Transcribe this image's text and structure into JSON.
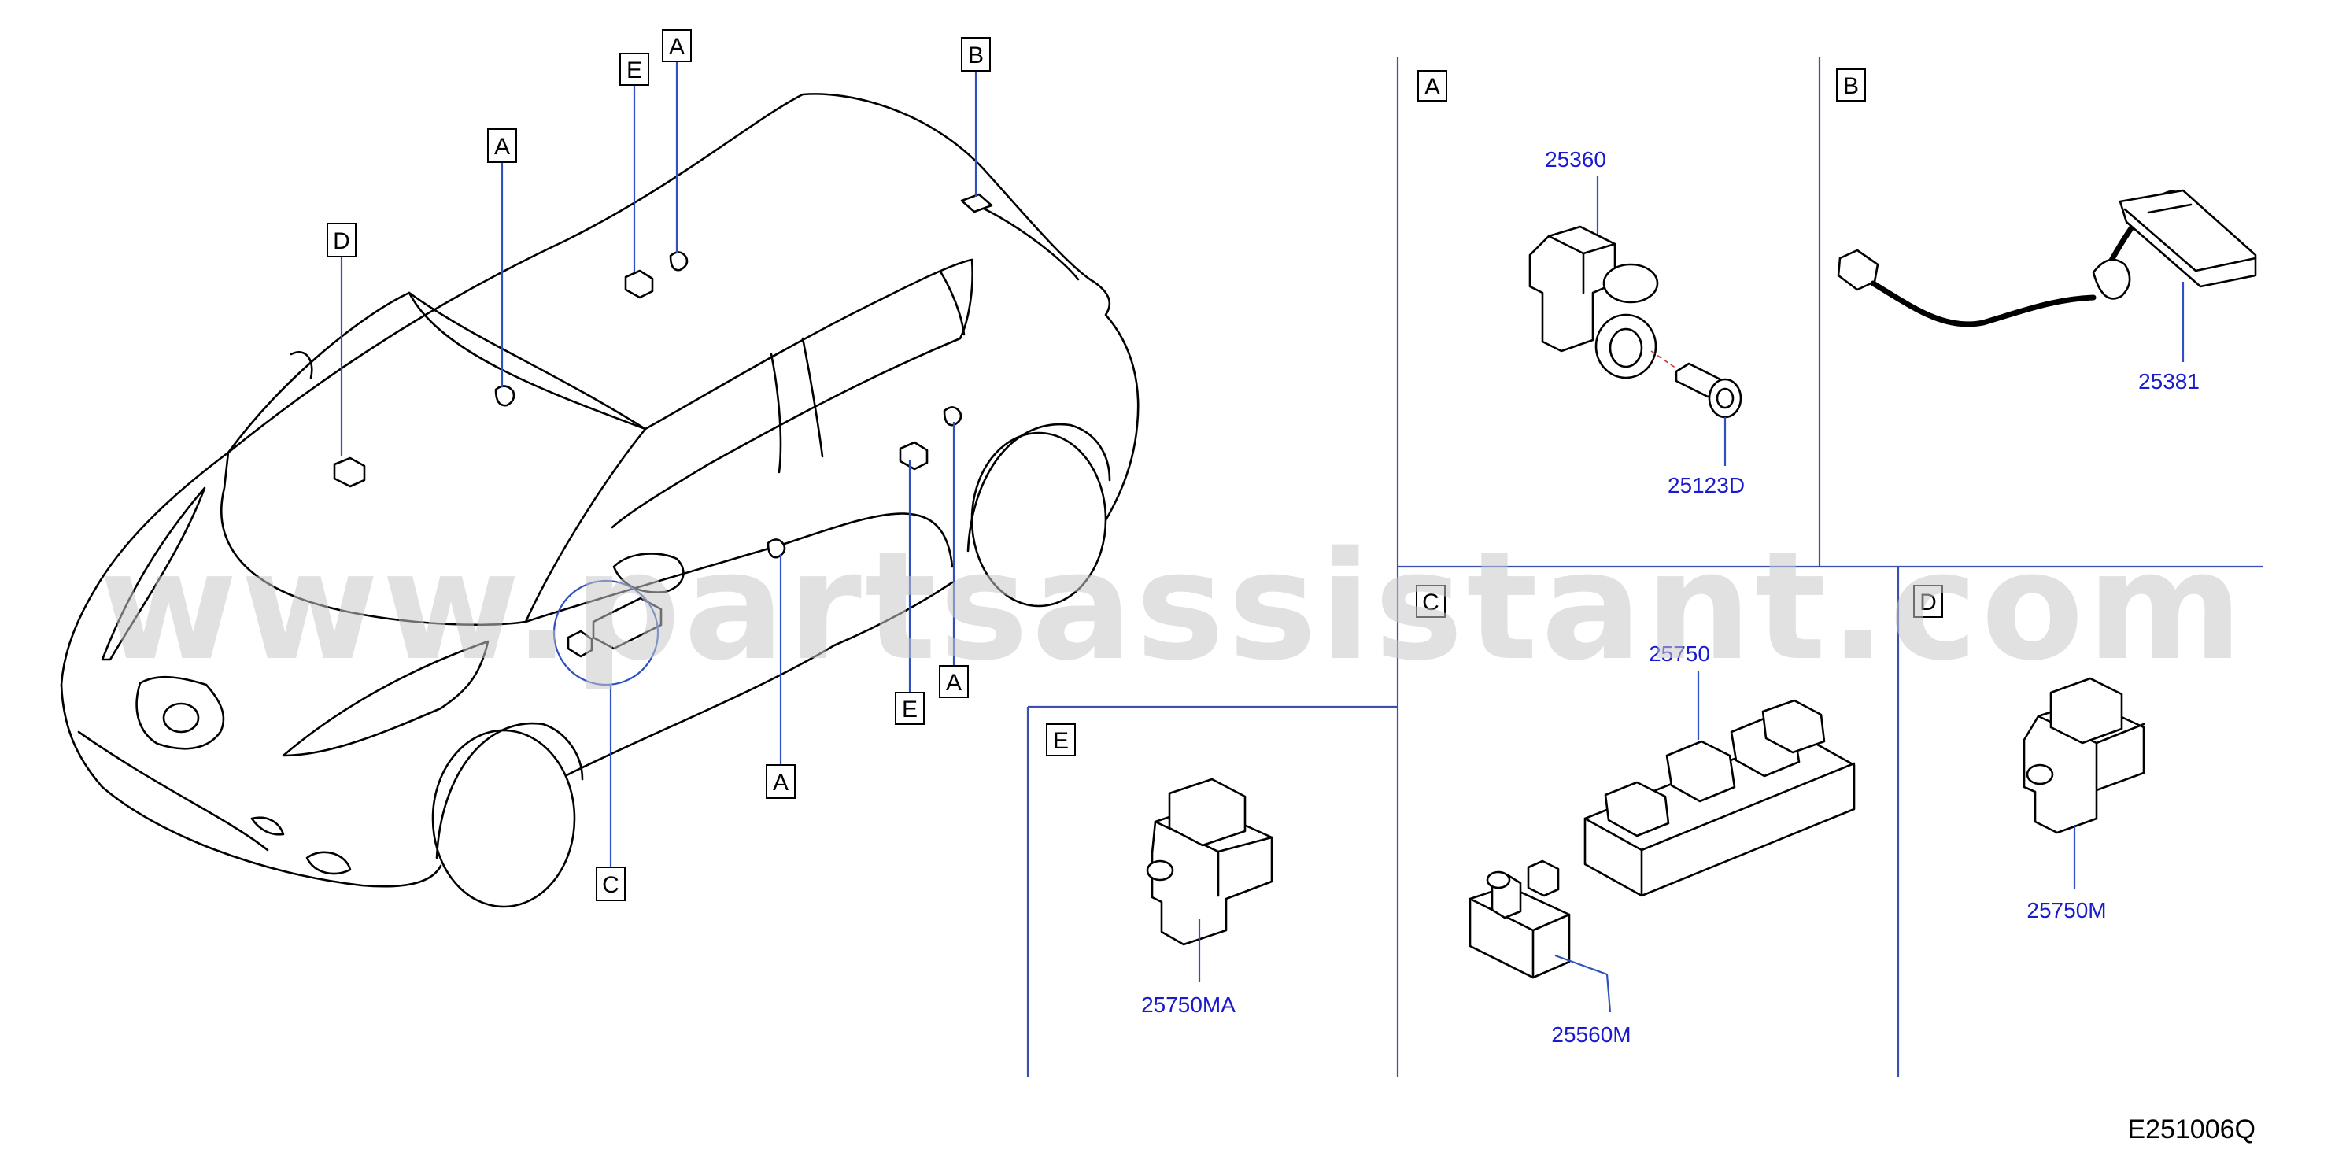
{
  "watermark": "www.partsassistant.com",
  "diagram_code": "E251006Q",
  "car_callouts": {
    "a1": "A",
    "a2": "A",
    "a3": "A",
    "a4": "A",
    "b": "B",
    "c": "C",
    "d": "D",
    "e1": "E",
    "e2": "E"
  },
  "panels": {
    "a": {
      "letter": "A",
      "parts": [
        "25360",
        "25123D"
      ]
    },
    "b": {
      "letter": "B",
      "parts": [
        "25381"
      ]
    },
    "c": {
      "letter": "C",
      "parts": [
        "25750",
        "25560M"
      ]
    },
    "d": {
      "letter": "D",
      "parts": [
        "25750M"
      ]
    },
    "e": {
      "letter": "E",
      "parts": [
        "25750MA"
      ]
    }
  },
  "colors": {
    "leader": "#3050c0",
    "part_number": "#1a1ad0",
    "divider": "#3a4fb0"
  }
}
